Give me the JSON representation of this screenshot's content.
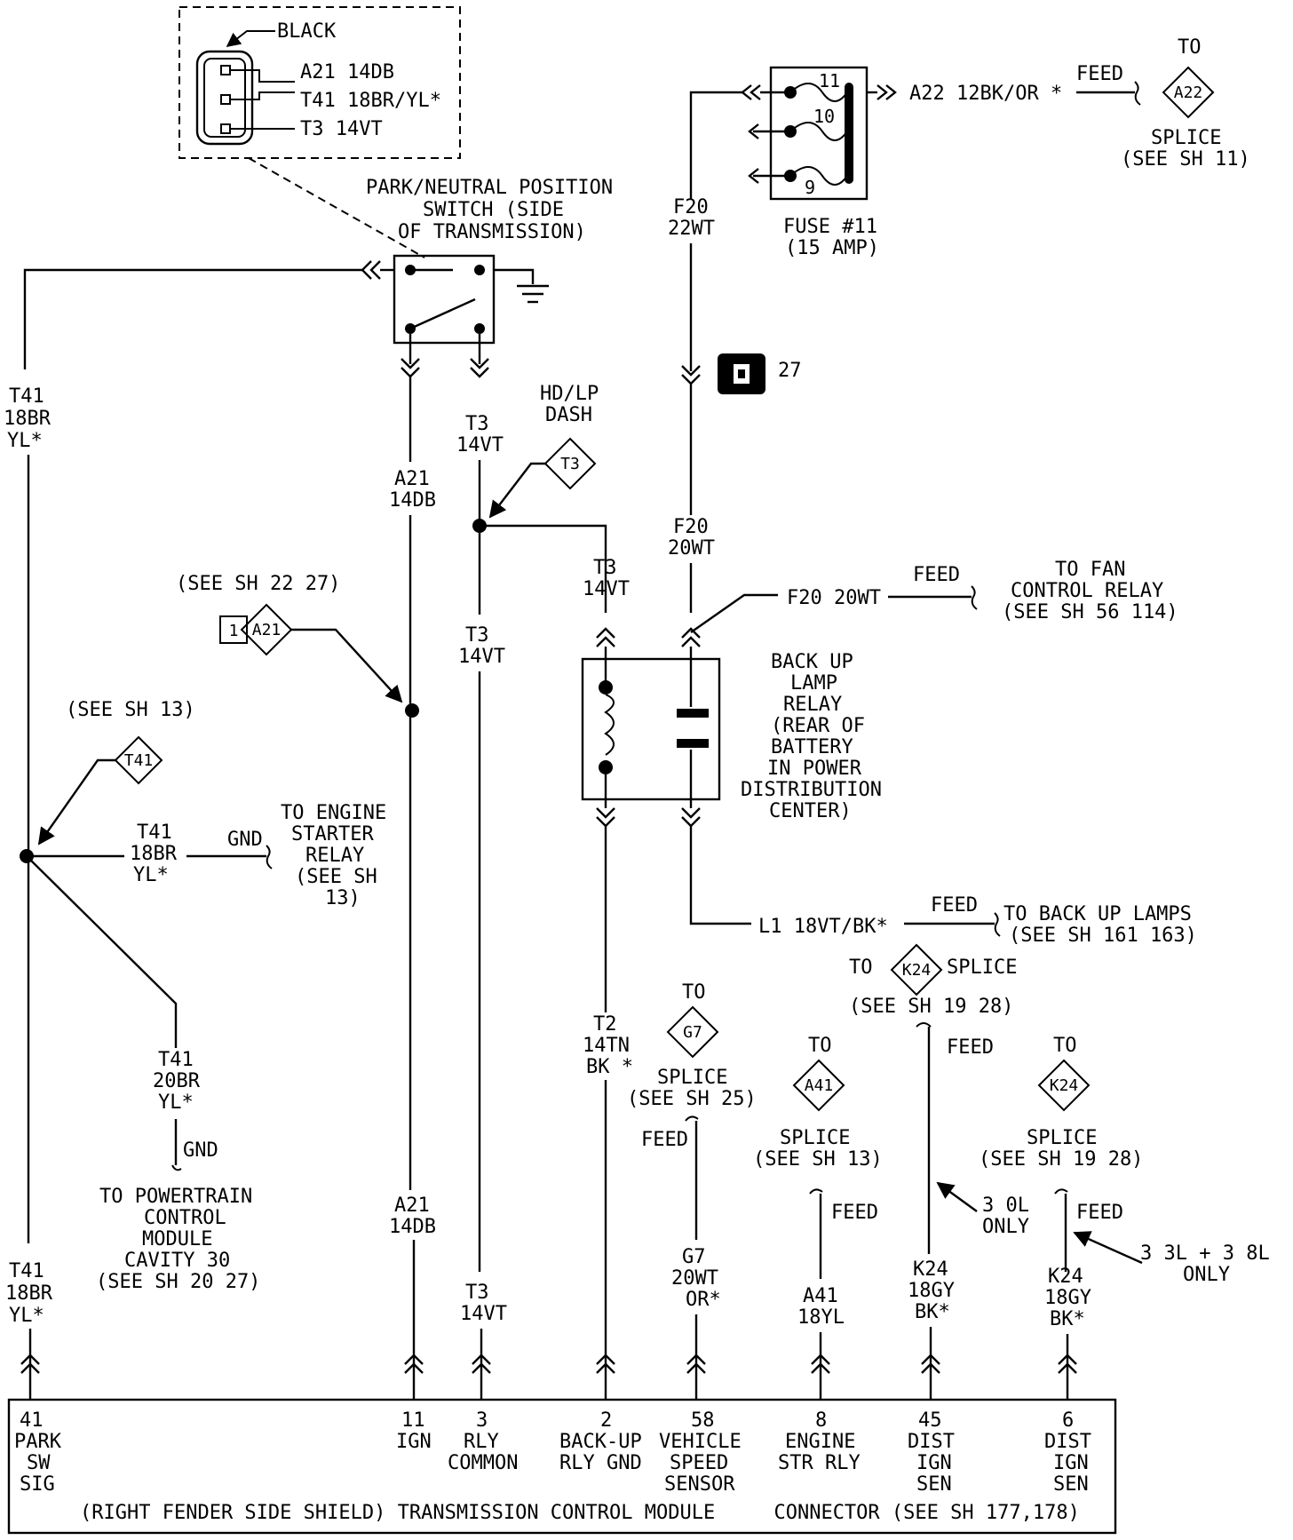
{
  "switch": {
    "connector_color": "BLACK",
    "pins": [
      "A21 14DB",
      "T41 18BR/YL*",
      "T3 14VT"
    ],
    "title": [
      "PARK/NEUTRAL POSITION",
      "SWITCH (SIDE",
      "OF TRANSMISSION)"
    ]
  },
  "fuse": {
    "numbers": [
      "11",
      "10",
      "9"
    ],
    "label": [
      "FUSE #11",
      "(15 AMP)"
    ],
    "out_wire": "A22 12BK/OR *",
    "feed": "FEED",
    "to": "TO",
    "splice_id": "A22",
    "splice": [
      "SPLICE",
      "(SEE SH 11)"
    ]
  },
  "f20_upper": [
    "F20",
    "22WT"
  ],
  "connector_27": "27",
  "f20_mid": [
    "F20",
    "20WT"
  ],
  "fan": {
    "wire": "F20 20WT",
    "feed": "FEED",
    "label": [
      "TO FAN",
      "CONTROL RELAY",
      "(SEE SH 56 114)"
    ]
  },
  "relay": {
    "label": [
      "BACK UP",
      "LAMP",
      "RELAY",
      "(REAR OF",
      "BATTERY",
      "IN POWER",
      "DISTRIBUTION",
      "CENTER)"
    ]
  },
  "backup": {
    "wire": "L1 18VT/BK*",
    "feed": "FEED",
    "label": [
      "TO BACK UP LAMPS",
      "(SEE SH 161 163)"
    ]
  },
  "hdlp": {
    "label": [
      "HD/LP",
      "DASH"
    ],
    "id": "T3"
  },
  "t3_labels": {
    "a": [
      "T3",
      "14VT"
    ],
    "b": [
      "T3",
      "14VT"
    ],
    "c": [
      "T3",
      "14VT"
    ],
    "d": [
      "T3",
      "14VT"
    ]
  },
  "a21": {
    "upper": [
      "A21",
      "14DB"
    ],
    "lower": [
      "A21",
      "14DB"
    ],
    "see": "(SEE SH 22 27)",
    "box_num": "1",
    "id": "A21"
  },
  "t41": {
    "upper": [
      "T41",
      "18BR",
      "YL*"
    ],
    "lower": [
      "T41",
      "18BR",
      "YL*"
    ],
    "see": "(SEE SH 13)",
    "id": "T41",
    "branch1": [
      "T41",
      "18BR",
      "YL*"
    ],
    "gnd1": "GND",
    "starter": [
      "TO ENGINE",
      "STARTER",
      "RELAY",
      "(SEE SH",
      "13)"
    ],
    "branch2": [
      "T41",
      "20BR",
      "YL*"
    ],
    "gnd2": "GND",
    "pcm": [
      "TO POWERTRAIN",
      "CONTROL",
      "MODULE",
      "CAVITY 30",
      "(SEE SH 20 27)"
    ]
  },
  "t2": [
    "T2",
    "14TN",
    "BK *"
  ],
  "g7": {
    "to": "TO",
    "id": "G7",
    "splice": [
      "SPLICE",
      "(SEE SH 25)"
    ],
    "feed": "FEED",
    "wire": [
      "G7",
      "20WT",
      "OR*"
    ]
  },
  "a41": {
    "to": "TO",
    "id": "A41",
    "splice": [
      "SPLICE",
      "(SEE SH 13)"
    ],
    "feed": "FEED",
    "wire": [
      "A41",
      "18YL"
    ]
  },
  "k24a": {
    "to": "TO",
    "id": "K24",
    "splice_word": "SPLICE",
    "see": "(SEE SH 19 28)",
    "feed": "FEED",
    "note": [
      "3 0L",
      "ONLY"
    ],
    "wire": [
      "K24",
      "18GY",
      "BK*"
    ]
  },
  "k24b": {
    "to": "TO",
    "id": "K24",
    "splice": [
      "SPLICE",
      "(SEE SH 19 28)"
    ],
    "feed": "FEED",
    "note": [
      "3 3L + 3 8L",
      "ONLY"
    ],
    "wire": [
      "K24",
      "18GY",
      "BK*"
    ]
  },
  "module": {
    "pins": [
      {
        "num": "41",
        "lines": [
          "PARK",
          "SW",
          "SIG"
        ]
      },
      {
        "num": "11",
        "lines": [
          "IGN"
        ]
      },
      {
        "num": "3",
        "lines": [
          "RLY",
          "COMMON"
        ]
      },
      {
        "num": "2",
        "lines": [
          "BACK-UP",
          "RLY GND"
        ]
      },
      {
        "num": "58",
        "lines": [
          "VEHICLE",
          "SPEED",
          "SENSOR"
        ]
      },
      {
        "num": "8",
        "lines": [
          "ENGINE",
          "STR RLY"
        ]
      },
      {
        "num": "45",
        "lines": [
          "DIST",
          "IGN",
          "SEN"
        ]
      },
      {
        "num": "6",
        "lines": [
          "DIST",
          "IGN",
          "SEN"
        ]
      }
    ],
    "caption": "(RIGHT FENDER SIDE SHIELD) TRANSMISSION CONTROL MODULE     CONNECTOR (SEE SH 177,178)"
  }
}
